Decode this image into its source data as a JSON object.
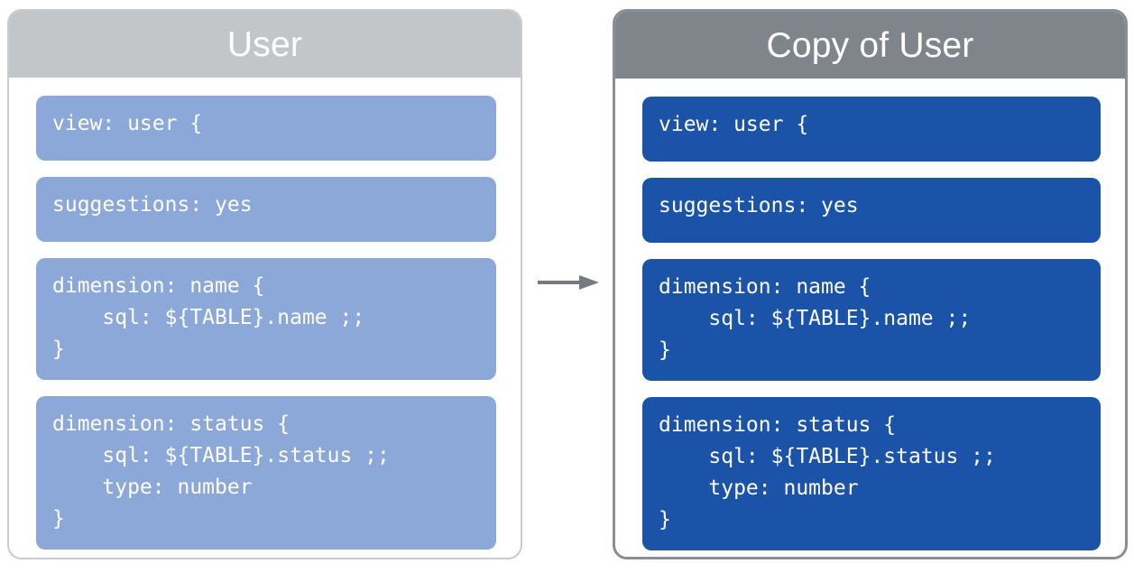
{
  "diagram": {
    "type": "before-after-copy",
    "arrow": {
      "icon": "right-arrow-icon",
      "color": "#767b82",
      "direction": "left-to-right"
    },
    "colors": {
      "source_header_bg": "#c3c6c9",
      "copy_header_bg": "#80858c",
      "source_block_bg": "#8ca8d8",
      "copy_block_bg": "#1b53a8",
      "card_bg": "#ffffff",
      "source_border": "#c9ccce",
      "copy_border": "#8a8f95",
      "code_text": "#ffffff",
      "title_text": "#ffffff"
    },
    "cards": [
      {
        "id": "source",
        "title": "User",
        "blocks": [
          {
            "id": "view",
            "code": "view: user {"
          },
          {
            "id": "suggestions",
            "code": "suggestions: yes"
          },
          {
            "id": "dimension-name",
            "code": "dimension: name {\n    sql: ${TABLE}.name ;;\n}"
          },
          {
            "id": "dimension-status",
            "code": "dimension: status {\n    sql: ${TABLE}.status ;;\n    type: number\n}"
          }
        ]
      },
      {
        "id": "copy",
        "title": "Copy of User",
        "blocks": [
          {
            "id": "view",
            "code": "view: user {"
          },
          {
            "id": "suggestions",
            "code": "suggestions: yes"
          },
          {
            "id": "dimension-name",
            "code": "dimension: name {\n    sql: ${TABLE}.name ;;\n}"
          },
          {
            "id": "dimension-status",
            "code": "dimension: status {\n    sql: ${TABLE}.status ;;\n    type: number\n}"
          }
        ]
      }
    ]
  }
}
